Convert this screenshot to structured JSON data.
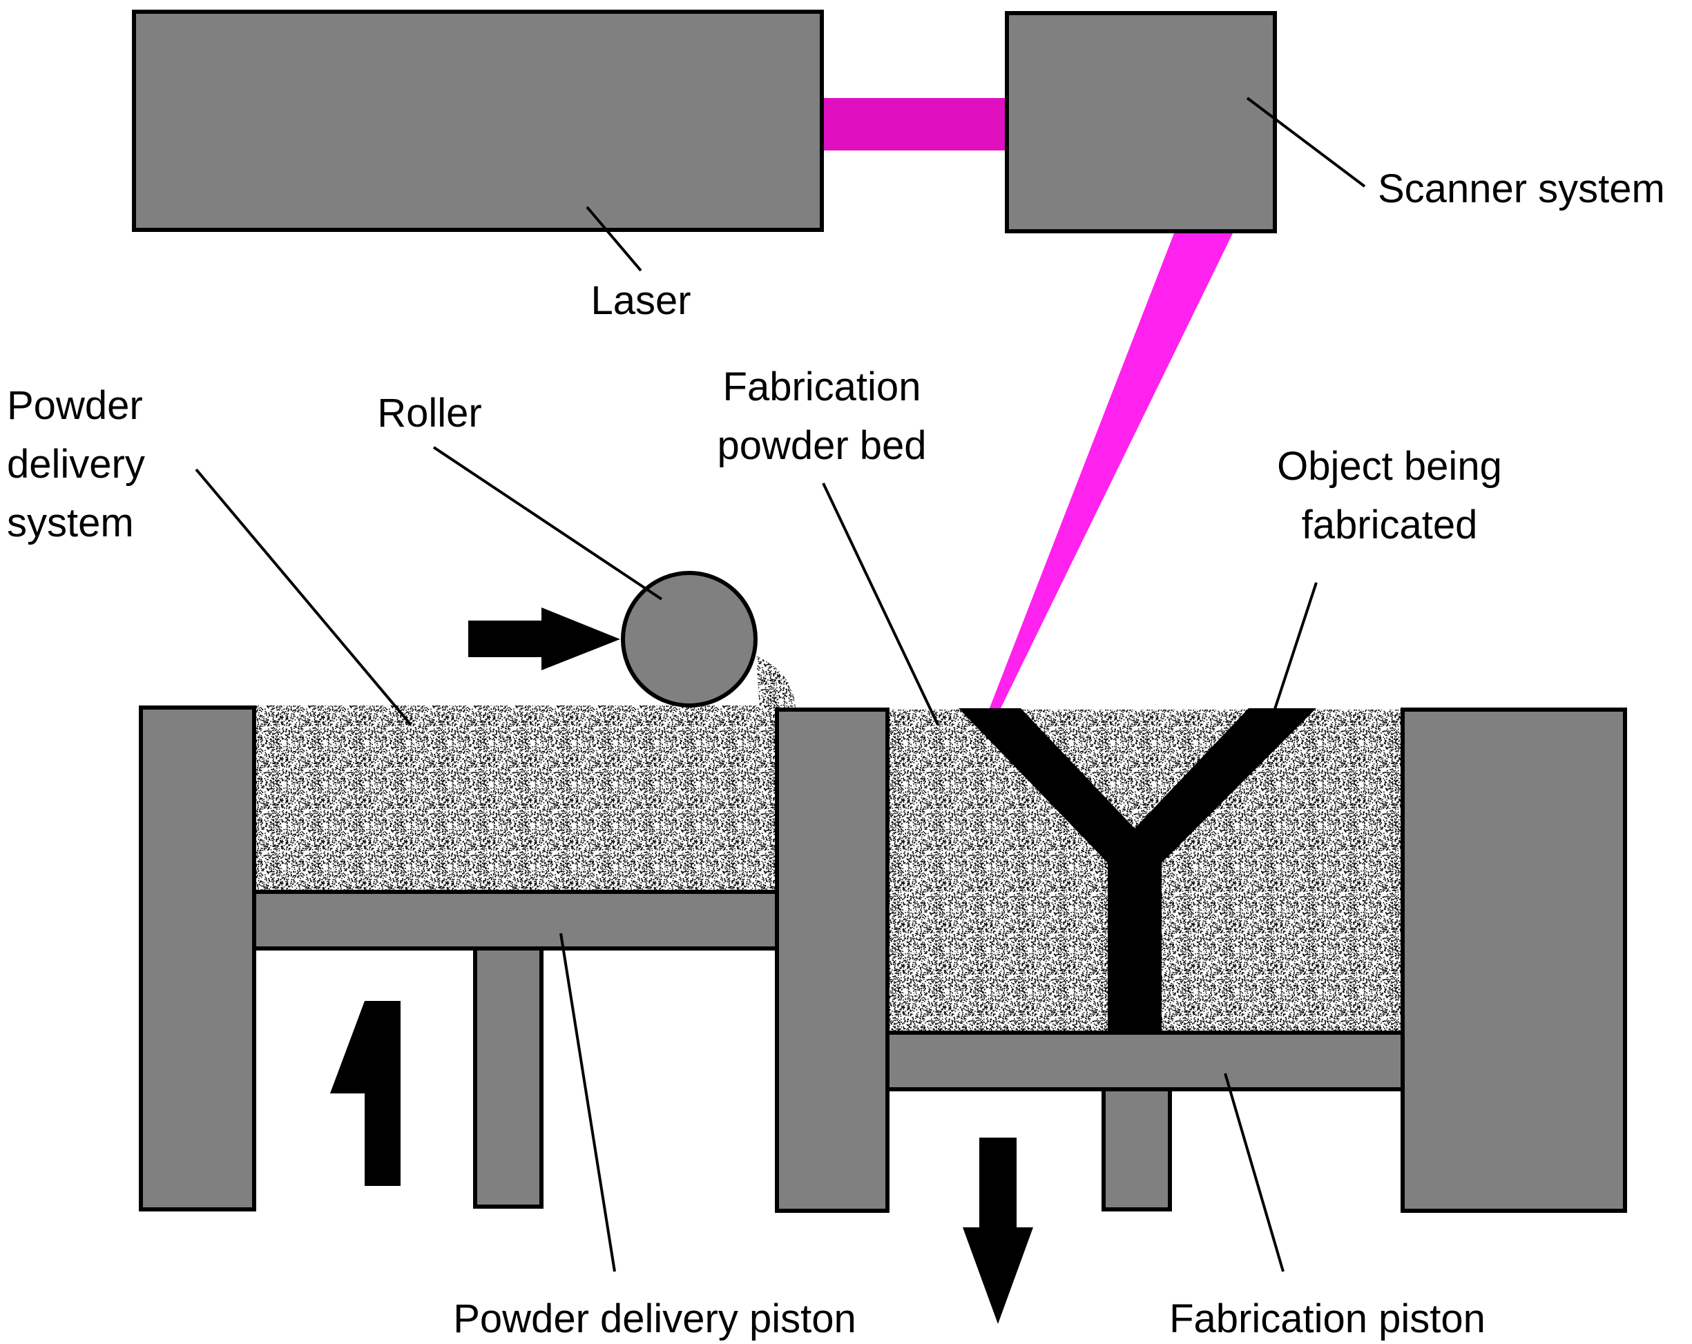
{
  "labels": {
    "laser": "Laser",
    "scanner": "Scanner system",
    "roller": "Roller",
    "powder_delivery_system": [
      "Powder",
      "delivery",
      "system"
    ],
    "fabrication_powder_bed": [
      "Fabrication",
      "powder bed"
    ],
    "object_being_fabricated": [
      "Object being",
      "fabricated"
    ],
    "powder_delivery_piston": "Powder delivery piston",
    "fabrication_piston": "Fabrication piston"
  },
  "colors": {
    "component_fill": "#808080",
    "outline": "#000000",
    "beam_horizontal": "#e010c0",
    "beam_vertical": "#ff22ee",
    "object": "#000000",
    "powder_dots": "#000000",
    "background": "#ffffff"
  },
  "arrows": {
    "roller_motion": "right",
    "delivery_piston_motion": "up",
    "fabrication_piston_motion": "down"
  }
}
